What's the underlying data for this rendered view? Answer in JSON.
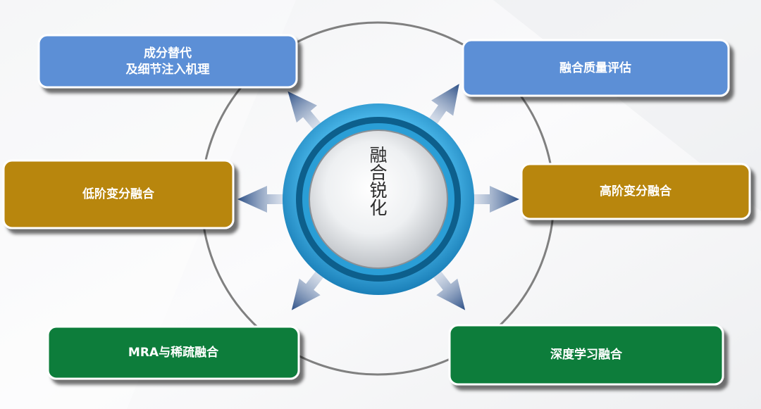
{
  "center": {
    "label_chars": [
      "融",
      "合",
      "锐",
      "化"
    ]
  },
  "boxes": [
    {
      "id": "component-substitution",
      "lines": [
        "成分替代",
        "及细节注入机理"
      ],
      "color": "#5b8fd6"
    },
    {
      "id": "fusion-quality-eval",
      "lines": [
        "融合质量评估"
      ],
      "color": "#5b8fd6"
    },
    {
      "id": "low-order-variational",
      "lines": [
        "低阶变分融合"
      ],
      "color": "#b8860b"
    },
    {
      "id": "high-order-variational",
      "lines": [
        "高阶变分融合"
      ],
      "color": "#b8860b"
    },
    {
      "id": "mra-sparse",
      "lines": [
        "MRA与稀疏融合"
      ],
      "color": "#0b7d3b"
    },
    {
      "id": "deep-learning",
      "lines": [
        "深度学习融合"
      ],
      "color": "#0b7d3b"
    }
  ],
  "colors": {
    "ring_outer": "#1f8fc9",
    "ring_dark": "#0d5f8c",
    "orbit": "#808080",
    "arrow": "#2c4f86"
  }
}
